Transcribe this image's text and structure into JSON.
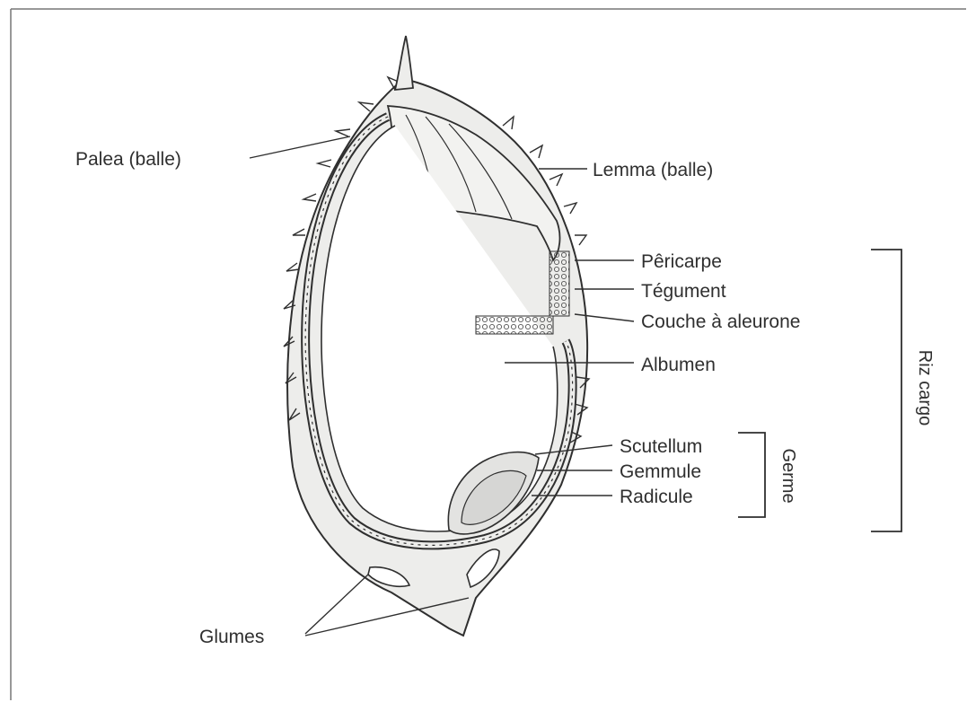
{
  "diagram": {
    "colors": {
      "ink": "#2f2f2f",
      "fill": "#ededeb",
      "background": "#ffffff"
    },
    "labels": {
      "palea": "Palea (balle)",
      "lemma": "Lemma (balle)",
      "pericarpe": "Pêricarpe",
      "tegument": "Tégument",
      "aleurone": "Couche à aleurone",
      "albumen": "Albumen",
      "scutellum": "Scutellum",
      "gemmule": "Gemmule",
      "radicule": "Radicule",
      "glumes": "Glumes",
      "germe": "Germe",
      "riz_cargo": "Riz cargo"
    }
  }
}
